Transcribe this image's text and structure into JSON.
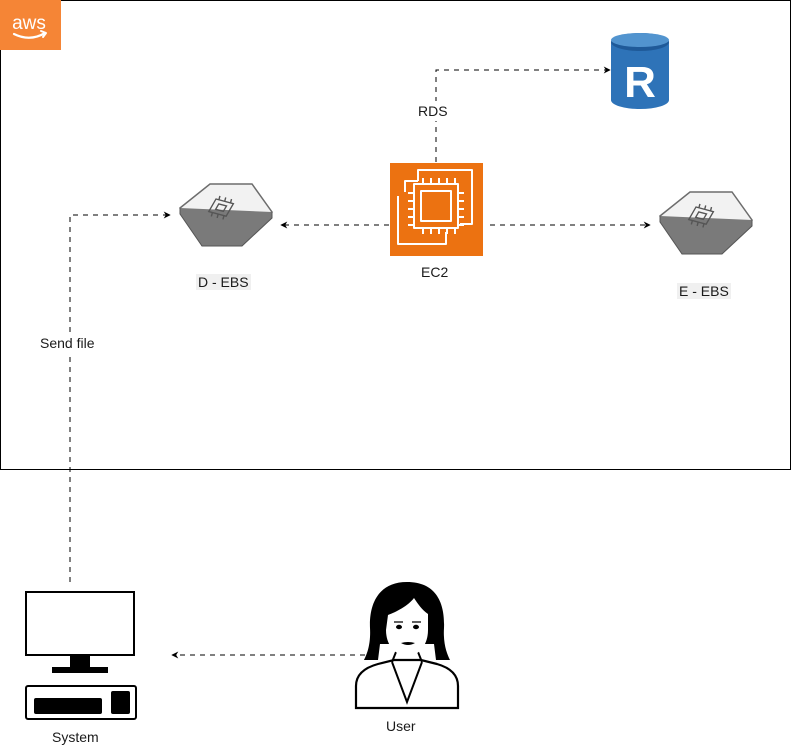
{
  "diagram": {
    "cloud": {
      "badge_text": "aws",
      "badge_color": "#f58536"
    },
    "nodes": {
      "ec2": {
        "label": "EC2",
        "icon": "ec2-chip-icon",
        "color": "#ec7211"
      },
      "d_ebs": {
        "label": "D - EBS",
        "icon": "ebs-volume-icon"
      },
      "e_ebs": {
        "label": "E - EBS",
        "icon": "ebs-volume-icon"
      },
      "rds": {
        "letter": "R",
        "icon": "rds-database-icon",
        "color": "#2e73b8"
      },
      "system": {
        "label": "System",
        "icon": "desktop-computer-icon"
      },
      "user": {
        "label": "User",
        "icon": "woman-user-icon"
      }
    },
    "edges": {
      "rds_label": "RDS",
      "send_file_label": "Send file"
    }
  }
}
